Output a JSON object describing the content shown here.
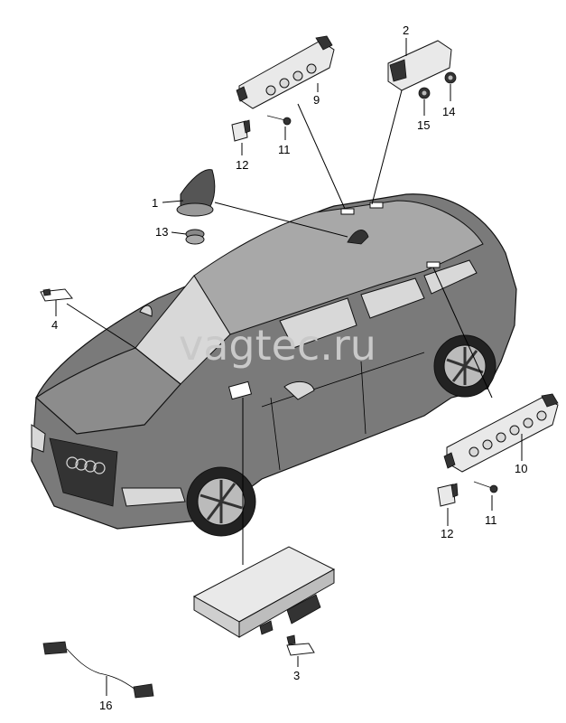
{
  "watermark": "vagtec.ru",
  "callouts": {
    "c1": "1",
    "c2": "2",
    "c3": "3",
    "c4": "4",
    "c9": "9",
    "c10": "10",
    "c11_top": "11",
    "c11_bottom": "11",
    "c12_top": "12",
    "c12_bottom": "12",
    "c13": "13",
    "c14": "14",
    "c15": "15",
    "c16": "16"
  }
}
